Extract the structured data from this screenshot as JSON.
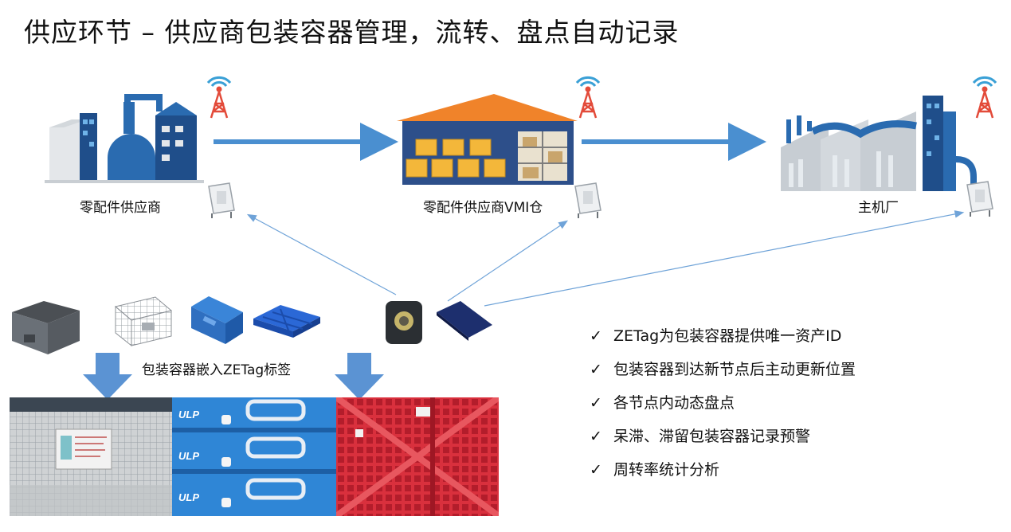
{
  "title": "供应环节 – 供应商包装容器管理，流转、盘点自动记录",
  "nodes": {
    "supplier": "零配件供应商",
    "vmi": "零配件供应商VMI仓",
    "oem": "主机厂"
  },
  "containers_caption": "包装容器嵌入ZETag标签",
  "check_mark": "✓",
  "benefits": [
    "ZETag为包装容器提供唯一资产ID",
    "包装容器到达新节点后主动更新位置",
    "各节点内动态盘点",
    "呆滞、滞留包装容器记录预警",
    "周转率统计分析"
  ],
  "colors": {
    "flow_arrow": "#4a8fd0",
    "signal_line": "#6fa3d8",
    "drop_arrow": "#5b93d3",
    "tower_red": "#e34b3a",
    "tower_blue": "#3aa0d6",
    "roof_orange": "#f0832a",
    "factory_navy": "#1f4e8a"
  },
  "photo_texts": {
    "ulp": "ULP"
  }
}
